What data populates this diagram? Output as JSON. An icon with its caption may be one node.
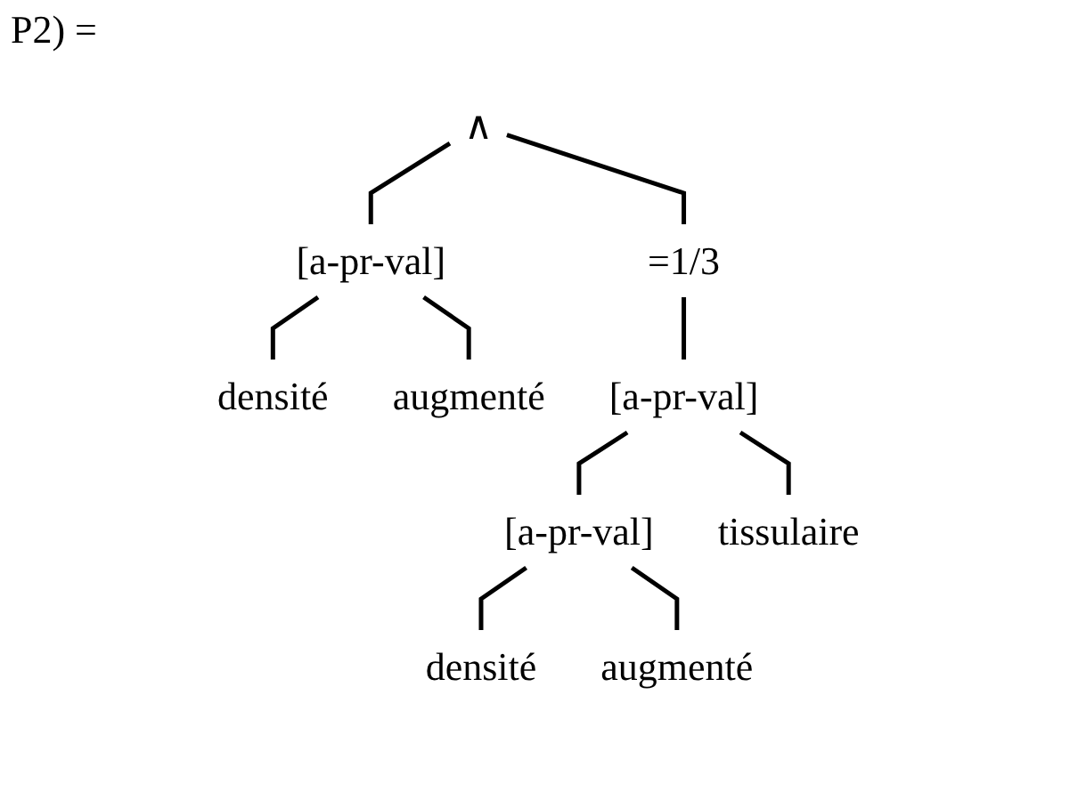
{
  "diagram": {
    "nodes": [
      {
        "text": [
          "∧"
        ]
      },
      {
        "text": [
          "[a-pr-val]"
        ]
      },
      {
        "text": [
          "=1/3"
        ]
      },
      {
        "text": [
          "densité"
        ]
      },
      {
        "text": [
          "augmenté"
        ]
      },
      {
        "text": [
          "[a-pr-val]"
        ]
      },
      {
        "text": [
          "[a-pr-val]"
        ]
      },
      {
        "text": [
          "tissulaire"
        ]
      },
      {
        "text": [
          "densité"
        ]
      },
      {
        "text": [
          "augmenté"
        ]
      }
    ],
    "edges": [
      {
        "from": 0,
        "to": 1,
        "arrow": "none"
      },
      {
        "from": 0,
        "to": 2,
        "arrow": "none"
      },
      {
        "from": 1,
        "to": 3,
        "arrow": "none"
      },
      {
        "from": 1,
        "to": 4,
        "arrow": "none"
      },
      {
        "from": 2,
        "to": 5,
        "arrow": "none"
      },
      {
        "from": 5,
        "to": 6,
        "arrow": "none"
      },
      {
        "from": 5,
        "to": 7,
        "arrow": "none"
      },
      {
        "from": 6,
        "to": 8,
        "arrow": "none"
      },
      {
        "from": 6,
        "to": 9,
        "arrow": "none"
      }
    ],
    "labels": [
      "P2) ="
    ]
  }
}
